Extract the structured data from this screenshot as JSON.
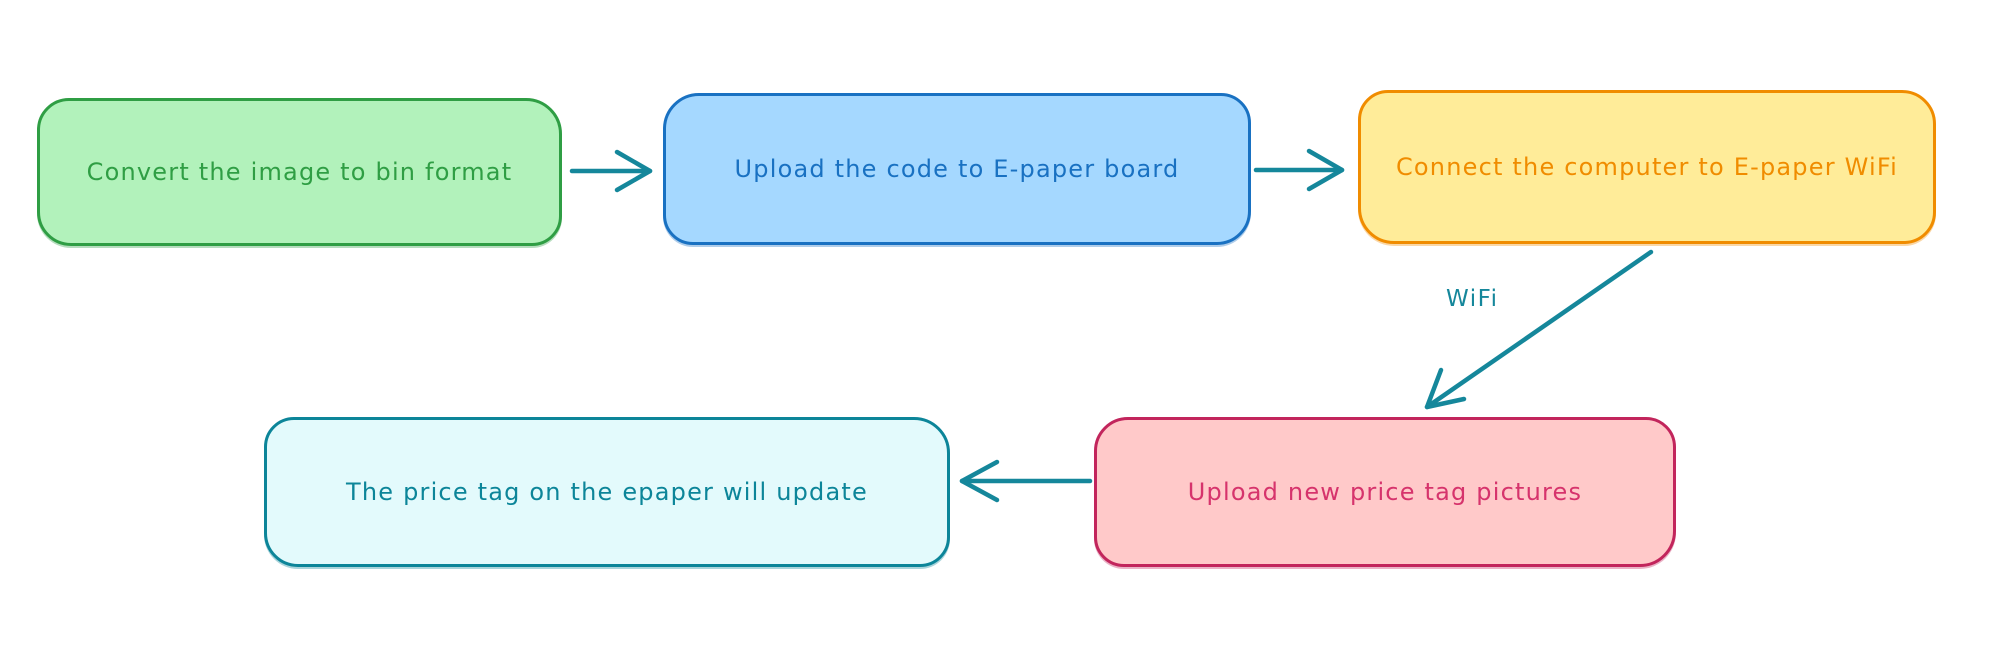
{
  "diagram": {
    "type": "flowchart",
    "background_color": "#ffffff",
    "arrow_color": "#15879b",
    "nodes": [
      {
        "id": "convert-image",
        "label": "Convert the image to bin format",
        "fill": "#b2f2bb",
        "stroke": "#2f9e44",
        "text_color": "#2f9e44"
      },
      {
        "id": "upload-code",
        "label": "Upload the code to E-paper board",
        "fill": "#a5d8ff",
        "stroke": "#1971c2",
        "text_color": "#1971c2"
      },
      {
        "id": "connect-wifi",
        "label": "Connect the computer to E-paper WiFi",
        "fill": "#ffec99",
        "stroke": "#f08c00",
        "text_color": "#f08c00"
      },
      {
        "id": "upload-pictures",
        "label": "Upload new price tag pictures",
        "fill": "#ffc9c9",
        "stroke": "#c2255c",
        "text_color": "#d6336c"
      },
      {
        "id": "price-update",
        "label": "The price tag on the epaper will update",
        "fill": "#e3fafc",
        "stroke": "#0c8599",
        "text_color": "#0c8599"
      }
    ],
    "edges": [
      {
        "from": "convert-image",
        "to": "upload-code",
        "label": ""
      },
      {
        "from": "upload-code",
        "to": "connect-wifi",
        "label": ""
      },
      {
        "from": "connect-wifi",
        "to": "upload-pictures",
        "label": "WiFi"
      },
      {
        "from": "upload-pictures",
        "to": "price-update",
        "label": ""
      }
    ]
  }
}
